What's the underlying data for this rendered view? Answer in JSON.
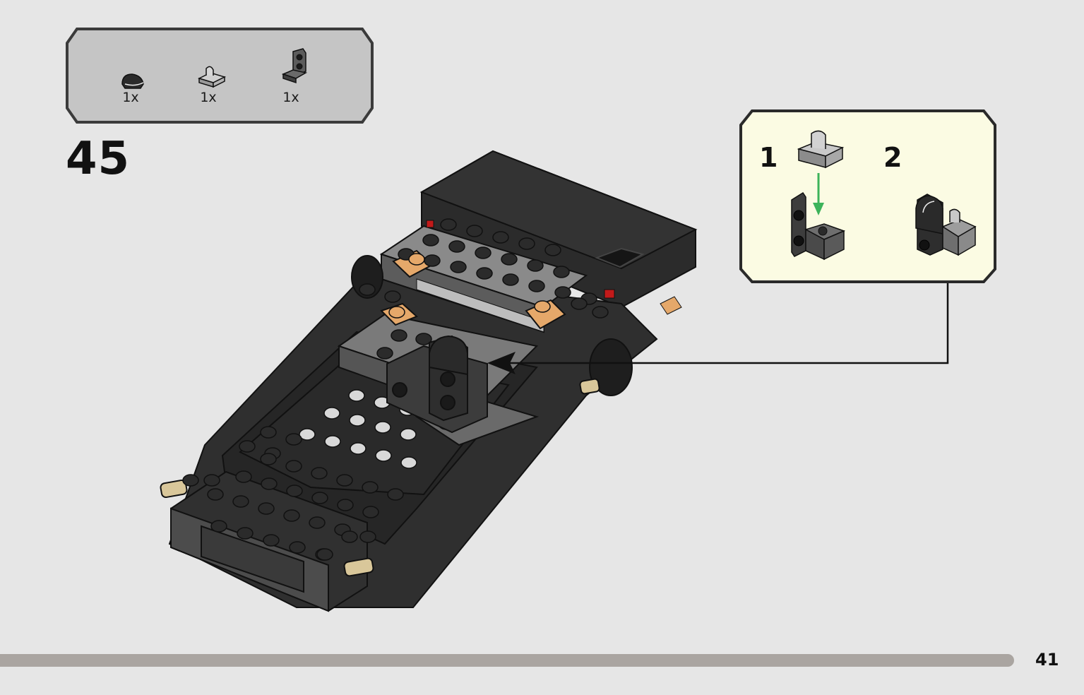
{
  "parts_list": {
    "items": [
      {
        "icon": "rounded-slope-tile-icon",
        "qty": "1x"
      },
      {
        "icon": "clip-plate-icon",
        "qty": "1x"
      },
      {
        "icon": "angle-bracket-icon",
        "qty": "1x"
      }
    ]
  },
  "step": {
    "number": "45"
  },
  "sub_steps": {
    "first": {
      "number": "1"
    },
    "second": {
      "number": "2"
    }
  },
  "colors": {
    "background": "#e6e6e6",
    "parts_panel": "#c5c5c5",
    "sub_panel": "#fbfbe3",
    "brick_black": "#2a2a2a",
    "brick_dark_grey": "#5a5a5a",
    "brick_light_grey": "#a9a9a9",
    "tan_pin": "#d9c79a",
    "transparent_orange": "#e5a86a",
    "arrow_green": "#3cb35a",
    "progress_bar": "#aaa5a1"
  },
  "page": {
    "number": "41"
  }
}
